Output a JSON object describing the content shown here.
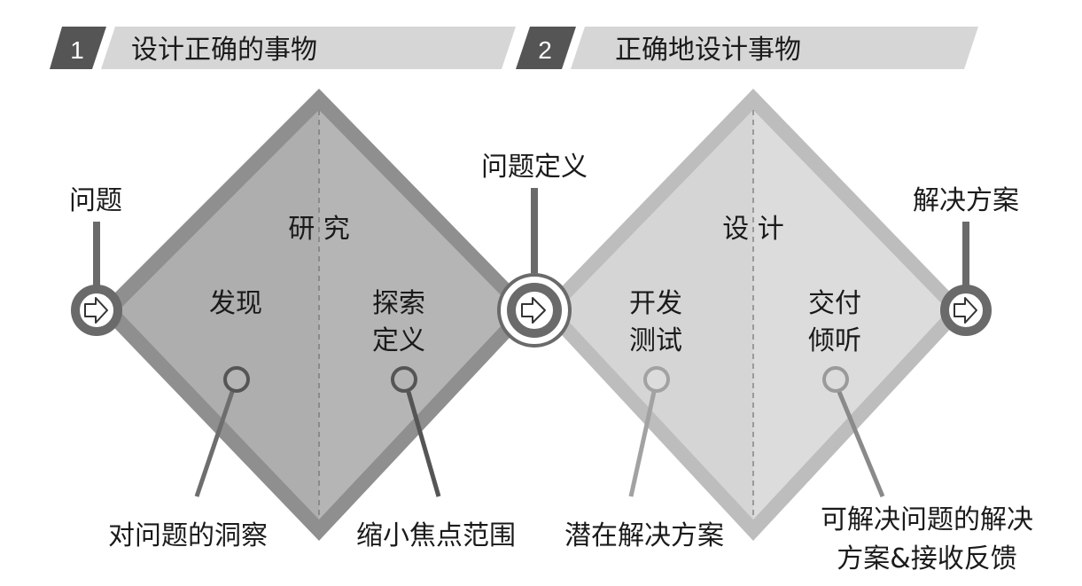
{
  "phases": [
    {
      "number": "1",
      "title": "设计正确的事物"
    },
    {
      "number": "2",
      "title": "正确地设计事物"
    }
  ],
  "diamonds": [
    {
      "name": "研 究",
      "left_stage": [
        "发现"
      ],
      "right_stage": [
        "探索",
        "定义"
      ]
    },
    {
      "name": "设 计",
      "left_stage": [
        "开发",
        "测试"
      ],
      "right_stage": [
        "交付",
        "倾听"
      ]
    }
  ],
  "milestones": [
    "问题",
    "问题定义",
    "解决方案"
  ],
  "outcomes": [
    {
      "lines": [
        "对问题的洞察"
      ]
    },
    {
      "lines": [
        "缩小焦点范围"
      ]
    },
    {
      "lines": [
        "潜在解决方案"
      ]
    },
    {
      "lines": [
        "可解决问题的解决",
        "方案&接收反馈"
      ]
    }
  ],
  "icons": [
    "arrow-right-icon"
  ],
  "colors": {
    "banner_number_bg": "#555555",
    "banner_title_bg": "#d6d6d6",
    "diamond1_fill": "#b5b5b5",
    "diamond1_border": "#8f8f8f",
    "diamond2_fill": "#dcdcdc",
    "diamond2_border": "#bdbdbd",
    "milestone_dark": "#6a6a6a",
    "dashed_line": "#8a8a8a"
  }
}
